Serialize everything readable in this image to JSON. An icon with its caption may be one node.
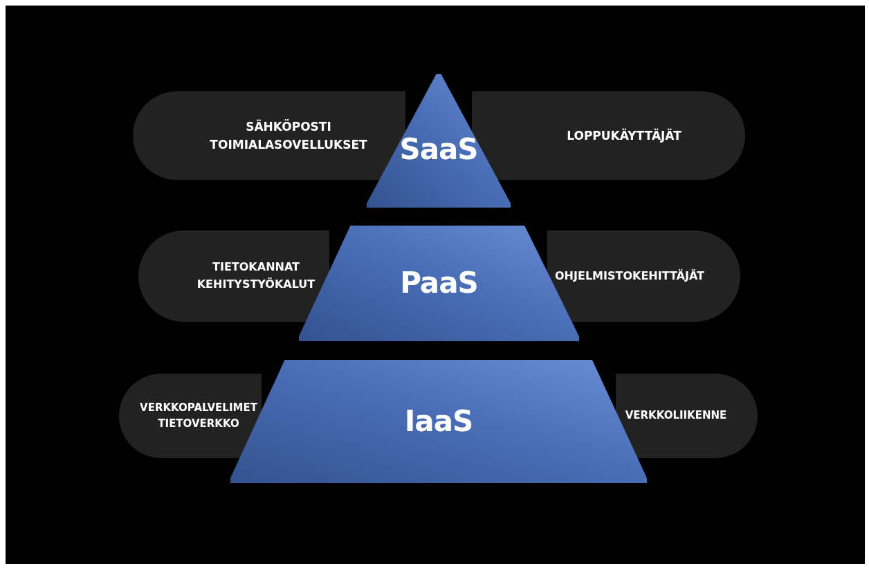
{
  "diagram": {
    "nodes": [
      {
        "text": [
          "SÄHKÖPOSTI",
          "TOIMIALASOVELLUKSET",
          "LOPPUKÄYTTÄJÄT"
        ]
      },
      {
        "text": [
          "SaaS"
        ]
      },
      {
        "text": [
          "TIETOKANNAT",
          "KEHITYSTYÖKALUT",
          "OHJELMISTOKEHITTÄJÄT"
        ]
      },
      {
        "text": [
          "PaaS"
        ]
      },
      {
        "text": [
          "VERKKOPALVELIMET",
          "TIETOVERKKO",
          "VERKKOLIIKENNE"
        ]
      },
      {
        "text": [
          "IaaS"
        ]
      }
    ],
    "edges": []
  }
}
